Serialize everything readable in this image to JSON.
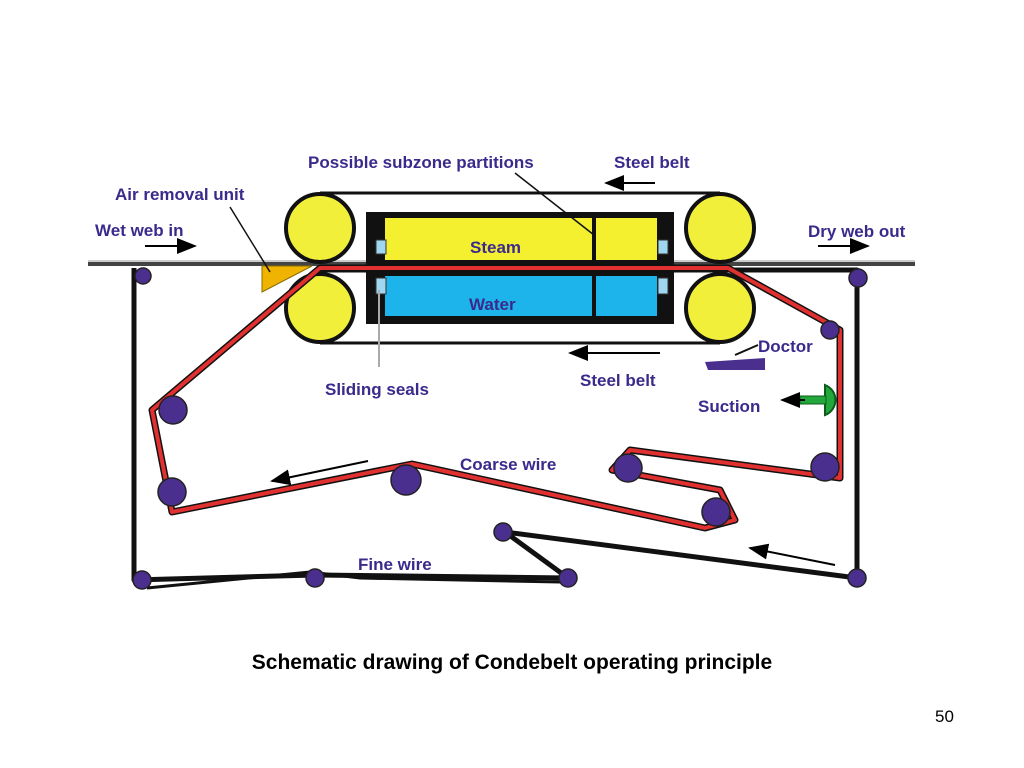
{
  "labels": {
    "partitions": "Possible subzone partitions",
    "steel_belt_top": "Steel belt",
    "air_removal": "Air removal unit",
    "wet_web_in": "Wet web in",
    "dry_web_out": "Dry web out",
    "steam": "Steam",
    "water": "Water",
    "doctor": "Doctor",
    "sliding_seals": "Sliding seals",
    "steel_belt_bottom": "Steel belt",
    "suction": "Suction",
    "coarse_wire": "Coarse wire",
    "fine_wire": "Fine wire"
  },
  "caption": "Schematic drawing of Condebelt operating principle",
  "page_number": "50",
  "colors": {
    "label": "#3b2a8c",
    "roller_yellow": "#f2ef3a",
    "steam": "#f4f030",
    "water": "#1cb4ea",
    "coarse_wire": "#e03030",
    "small_roller": "#4a2f8f",
    "suction": "#22a83a",
    "air_removal": "#f0b400"
  }
}
